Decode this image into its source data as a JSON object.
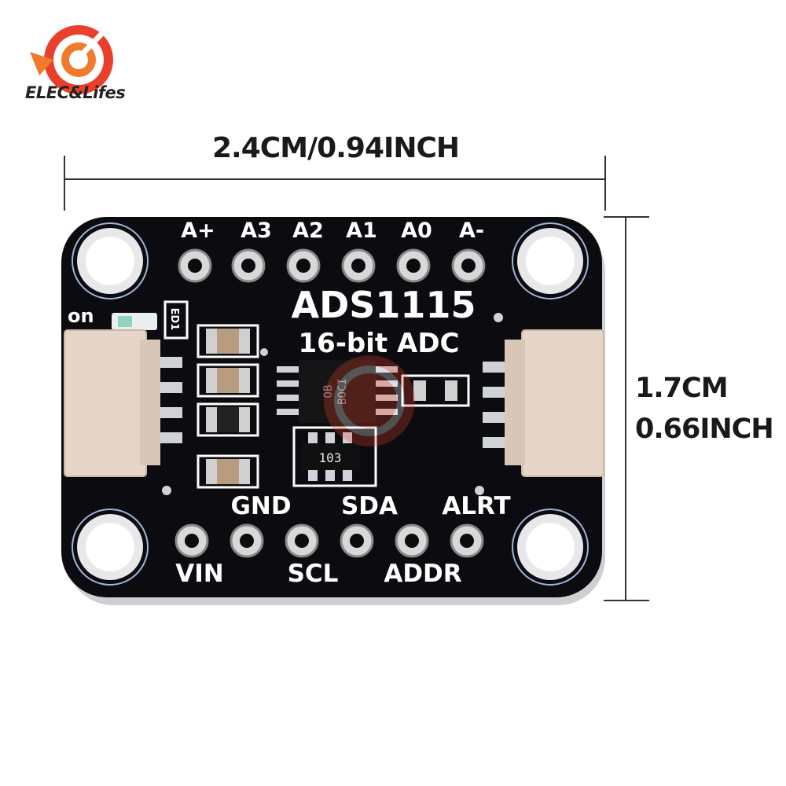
{
  "brand": {
    "name": "ELEC&Lifes",
    "logo_icon": "target-arrow-icon",
    "colors": {
      "primary": "#e8402a",
      "secondary": "#f07a2c"
    }
  },
  "dimensions": {
    "width": "2.4CM/0.94INCH",
    "height_line1": "1.7CM",
    "height_line2": "0.66INCH"
  },
  "board": {
    "title": "ADS1115",
    "subtitle": "16-bit ADC",
    "power_label": "on",
    "led_marking": "ED1",
    "chip_marking_1": "OB",
    "chip_marking_2": "BOCI",
    "resistor_marking": "103",
    "pcb_color": "#0c0c10",
    "top_pins": [
      "A+",
      "A3",
      "A2",
      "A1",
      "A0",
      "A-"
    ],
    "bottom_pins_upper": [
      "GND",
      "SDA",
      "ALRT"
    ],
    "bottom_pins_lower": [
      "VIN",
      "SCL",
      "ADDR"
    ]
  }
}
